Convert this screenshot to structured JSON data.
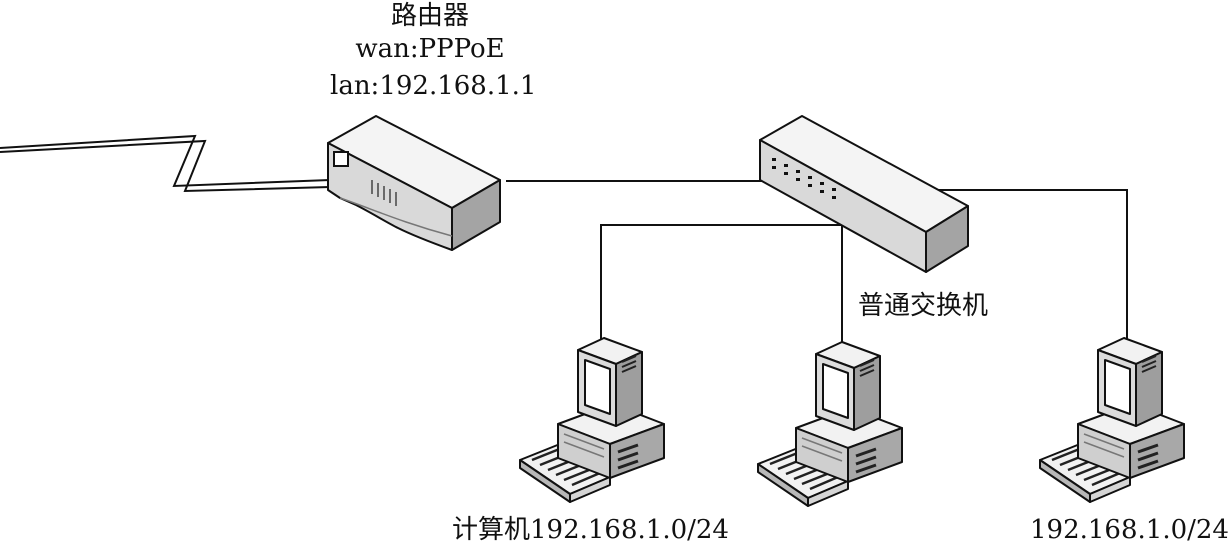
{
  "router": {
    "name": "路由器",
    "wan": "wan:PPPoE",
    "lan": "lan:192.168.1.1",
    "icon": "router-icon"
  },
  "switch": {
    "name": "普通交换机",
    "icon": "switch-icon"
  },
  "computers": [
    {
      "label": "计算机192.168.1.0/24",
      "icon": "computer-icon"
    },
    {
      "label": "",
      "icon": "computer-icon"
    },
    {
      "label": "192.168.1.0/24",
      "icon": "computer-icon"
    }
  ],
  "wan_link": {
    "icon": "lightning-link-icon"
  }
}
